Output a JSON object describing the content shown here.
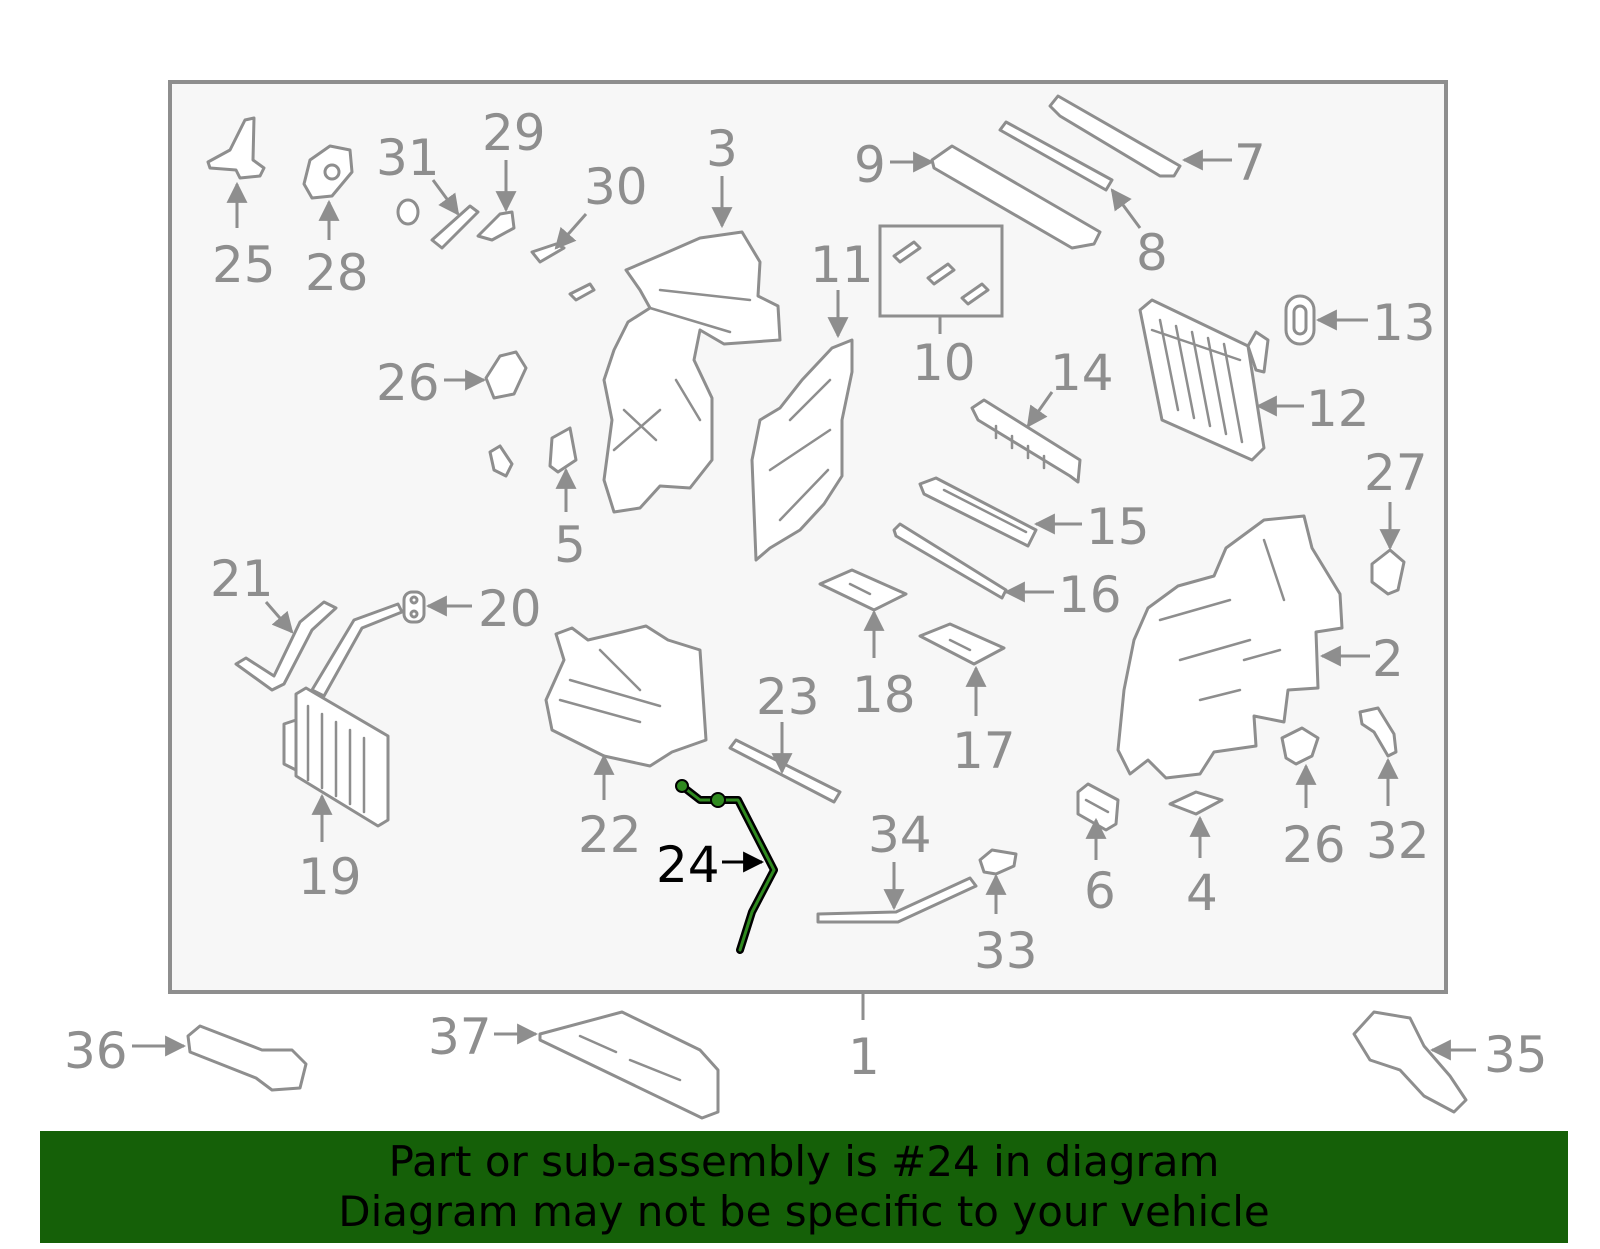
{
  "banner": {
    "line1": "Part or sub-assembly is #24 in diagram",
    "line2": "Diagram may not be specific to your vehicle",
    "color": "#156008"
  },
  "colors": {
    "part_outline": "#8e8e8e",
    "highlight_part": "#2f8a1f",
    "highlight_label": "#000000",
    "frame_fill": "#f7f7f7"
  },
  "highlighted_part": "24",
  "callouts": {
    "c1": "1",
    "c2": "2",
    "c3": "3",
    "c4": "4",
    "c5": "5",
    "c6": "6",
    "c7": "7",
    "c8": "8",
    "c9": "9",
    "c10": "10",
    "c11": "11",
    "c12": "12",
    "c13": "13",
    "c14": "14",
    "c15": "15",
    "c16": "16",
    "c17": "17",
    "c18": "18",
    "c19": "19",
    "c20": "20",
    "c21": "21",
    "c22": "22",
    "c23": "23",
    "c24": "24",
    "c25": "25",
    "c26a": "26",
    "c26b": "26",
    "c27": "27",
    "c28": "28",
    "c29": "29",
    "c30": "30",
    "c31": "31",
    "c32": "32",
    "c33": "33",
    "c34": "34",
    "c35": "35",
    "c36": "36",
    "c37": "37"
  }
}
